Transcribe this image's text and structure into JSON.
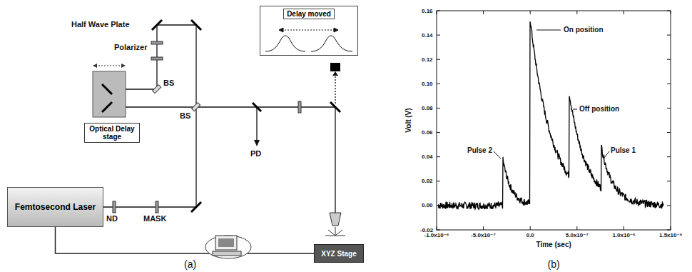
{
  "diagram": {
    "nodes": [
      {
        "text": [
          "Delay moved"
        ]
      },
      {
        "text": [
          "Optical Delay stage"
        ]
      },
      {
        "text": [
          "Femtosecond Laser"
        ]
      },
      {
        "text": [
          "XYZ Stage"
        ]
      }
    ],
    "edges": [
      {
        "from": 2,
        "to": 3,
        "arrow": "none"
      }
    ],
    "labels": [
      "Half Wave Plate",
      "Polarizer",
      "BS",
      "BS",
      "ND",
      "MASK",
      "PD",
      "(a)",
      "0.16",
      "0.14",
      "0.12",
      "0.10",
      "0.08",
      "0.06",
      "0.04",
      "0.02",
      "0.00",
      "-0.02",
      "-1.0x10⁻⁶",
      "-5.0x10⁻⁷",
      "0.0",
      "5.0x10⁻⁷",
      "1.0x10⁻⁶",
      "1.5x10⁻⁶",
      "Volt (V)",
      "Time (sec)",
      "On position",
      "Off position",
      "Pulse 2",
      "Pulse 1",
      "(b)"
    ]
  }
}
